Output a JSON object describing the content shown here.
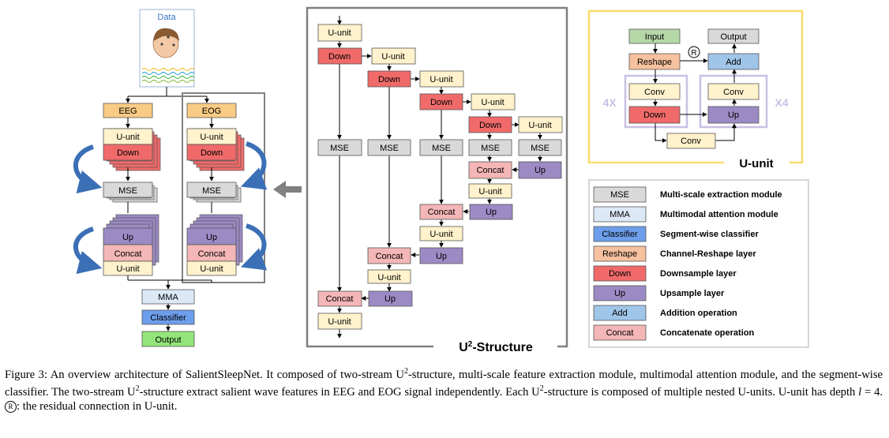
{
  "left": {
    "data_label": "Data",
    "eeg_label": "EEG",
    "eog_label": "EOG",
    "eeg_stack": {
      "u_unit": "U-unit",
      "down": "Down",
      "mse": "MSE",
      "up": "Up",
      "concat": "Concat",
      "u_unit_bottom": "U-unit"
    },
    "eog_stack": {
      "u_unit": "U-unit",
      "down": "Down",
      "mse": "MSE",
      "up": "Up",
      "concat": "Concat",
      "u_unit_bottom": "U-unit"
    },
    "mma": "MMA",
    "classifier": "Classifier",
    "output": "Output"
  },
  "u2": {
    "u_unit": "U-unit",
    "down": "Down",
    "mse": "MSE",
    "concat": "Concat",
    "up": "Up",
    "title_main": "U",
    "title_sup": "2",
    "title_rest": "-Structure"
  },
  "uunit": {
    "input": "Input",
    "output": "Output",
    "reshape": "Reshape",
    "residual_symbol": "R",
    "add": "Add",
    "conv": "Conv",
    "down": "Down",
    "up": "Up",
    "repeat_left": "4X",
    "repeat_right": "X4",
    "title": "U-unit"
  },
  "legend": [
    {
      "tag": "MSE",
      "desc": "Multi-scale extraction module",
      "color": "#d9d9d9"
    },
    {
      "tag": "MMA",
      "desc": "Multimodal attention module",
      "color": "#dde8f7"
    },
    {
      "tag": "Classifier",
      "desc": "Segment-wise classifier",
      "color": "#6d9eeb"
    },
    {
      "tag": "Reshape",
      "desc": "Channel-Reshape layer",
      "color": "#f6c19e"
    },
    {
      "tag": "Down",
      "desc": "Downsample layer",
      "color": "#f06a6a"
    },
    {
      "tag": "Up",
      "desc": "Upsample layer",
      "color": "#9b8ac4"
    },
    {
      "tag": "Add",
      "desc": "Addition operation",
      "color": "#9fc5e8"
    },
    {
      "tag": "Concat",
      "desc": "Concatenate operation",
      "color": "#f4b6b6"
    }
  ],
  "colors": {
    "u_unit": "#fff2cc",
    "down": "#f06a6a",
    "mse": "#d9d9d9",
    "up": "#9b8ac4",
    "concat": "#f4b6b6",
    "eeg": "#f9cb84",
    "mma": "#dde8f7",
    "classifier": "#6d9eeb",
    "output": "#93e57a",
    "input": "#b6d7a8",
    "output_uunit": "#d9d9d9",
    "reshape": "#f6c19e",
    "add": "#9fc5e8",
    "panel_gray": "#808080",
    "panel_yellow": "#f9dc6e",
    "repeat_frame": "#c9bfe3",
    "curved_arrow": "#3b6fb6"
  },
  "caption": {
    "l1a": "Figure 3: An overview architecture of SalientSleepNet. It composed of two-stream U",
    "sup": "2",
    "l1b": "-structure, multi-scale feature extraction module, multimodal attention module, and the segment-wise classifier. The two-stream U",
    "l1c": "-structure extract salient wave features in EEG and EOG signal independently. Each U",
    "l1d": "-structure is composed of multiple nested U-units. U-unit has depth ",
    "l_var": "l",
    "l1e": " = 4. ",
    "r_symbol": "R",
    "l1f": ": the residual connection in U-unit."
  }
}
